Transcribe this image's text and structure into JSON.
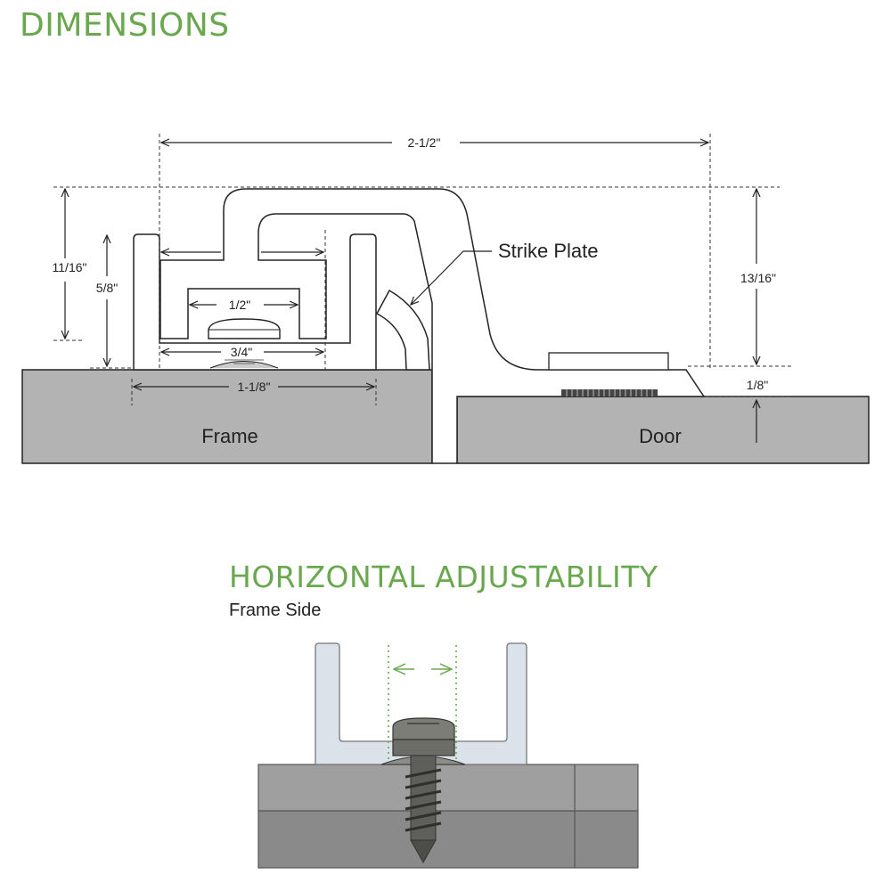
{
  "headings": {
    "dimensions": "DIMENSIONS",
    "horizontal": "HORIZONTAL ADJUSTABILITY",
    "frame_side": "Frame Side"
  },
  "labels": {
    "strike_plate": "Strike Plate",
    "frame": "Frame",
    "door": "Door"
  },
  "dimensions": {
    "overall_width": "2-1/2\"",
    "height_left": "11/16\"",
    "height_channel": "5/8\"",
    "width_inner": "1/2\"",
    "width_mid": "3/4\"",
    "width_base": "1-1/8\"",
    "height_right": "13/16\"",
    "offset": "1/8\""
  },
  "colors": {
    "accent": "#6aa84f",
    "frame_fill": "#b3b3b3",
    "door_fill": "#b3b3b3",
    "line": "#222222"
  }
}
